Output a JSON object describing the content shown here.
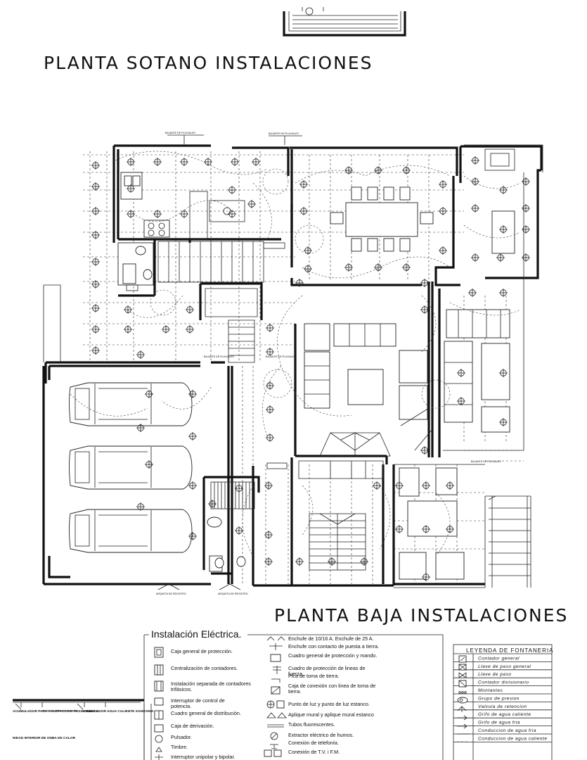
{
  "titles": {
    "basement": "PLANTA SOTANO INSTALACIONES",
    "ground": "PLANTA BAJA INSTALACIONES"
  },
  "electrical_legend": {
    "heading": "Instalación Eléctrica.",
    "left_items": [
      "Caja general de protección.",
      "Centralización de contadores.",
      "Instalación separada de contadores trifásicos.",
      "Interruptor de control de potencia.",
      "Cuadro general de distribución.",
      "Caja de derivación.",
      "Pulsador.",
      "Timbre.",
      "Interruptor unipolar y bipolar."
    ],
    "right_items": [
      "Enchufe de 10/16 A. Enchufe de 25 A.",
      "Enchufe con contacto de puesta a tierra.",
      "Cuadro general de protección y mando.",
      "Cuadro de protección de lineas de fuerza.",
      "Pica de toma de tierra.",
      "Caja de conexión con linea de toma de tierra.",
      "Punto de luz y punto de luz estanco.",
      "Aplique mural y aplique mural estanco",
      "Tubos fluorescentes.",
      "Extractor eléctrico de humos.",
      "Conexión de telefonía.",
      "Conexión de T.V. i F.M."
    ]
  },
  "plumbing_legend": {
    "heading": "LEYENDA DE FONTANERIA",
    "items": [
      "Contador general",
      "Llave de paso general",
      "Llave de paso",
      "Contador divisionario",
      "Montantes",
      "Grupo de presion",
      "Valvula de retencion",
      "Grifo de agua caliente",
      "Grifo de agua fria",
      "Conduccion de agua fria",
      "Conduccion de agua caliente"
    ]
  },
  "boiler_labels": {
    "left": "ACUMULADOR PARA CALEFACCION RESCAMIENTO",
    "right": "ACUMULADOR AGUA CALIENTE SANITARIA",
    "bottom": "NIDAD INTERIOR DE ONBA DE CALOR"
  },
  "plan_labels": {
    "bajante": "BAJANTE DE PLUVIALES",
    "arqueta": "ARQUETA DE REGISTRO"
  }
}
